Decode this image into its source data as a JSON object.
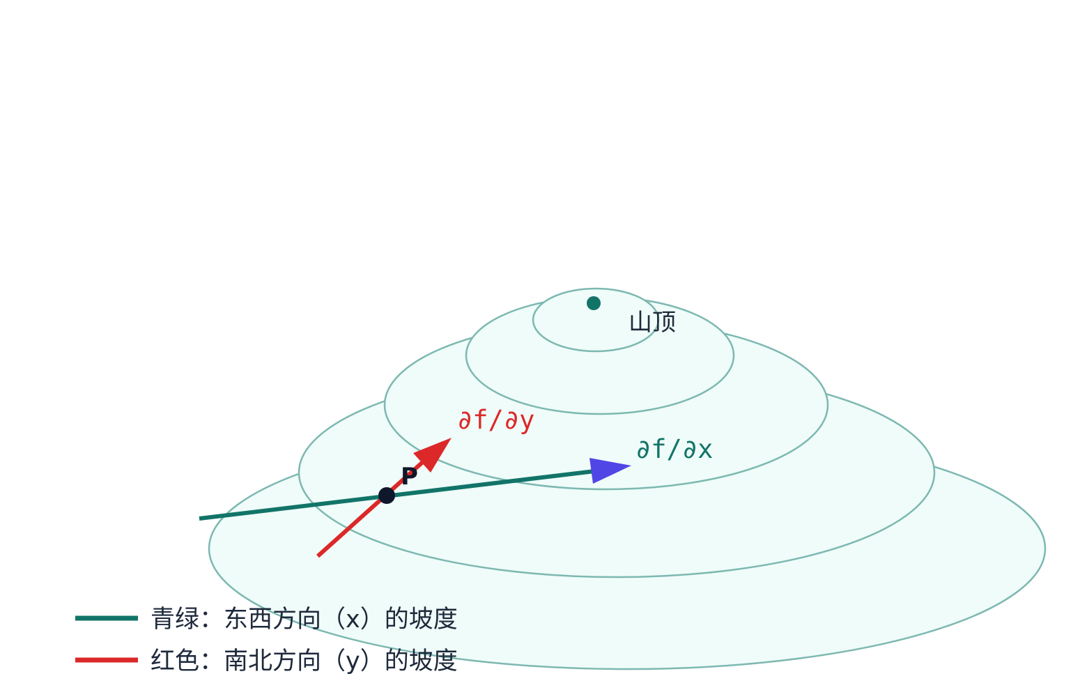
{
  "summit": {
    "label": "山顶"
  },
  "point": {
    "label": "P"
  },
  "partial_x": {
    "label": "∂f/∂x"
  },
  "partial_y": {
    "label": "∂f/∂y"
  },
  "legend": {
    "items": [
      {
        "text": "青绿：东西方向（x）的坡度"
      },
      {
        "text": "红色：南北方向（y）的坡度"
      }
    ]
  },
  "colors": {
    "teal": "#127468",
    "red": "#dc2828",
    "blue_arrowhead": "#5046e5",
    "contour_stroke": "#7db8b1",
    "contour_fill": "#effcf9",
    "point": "#0f172a",
    "text": "#1e293b"
  }
}
